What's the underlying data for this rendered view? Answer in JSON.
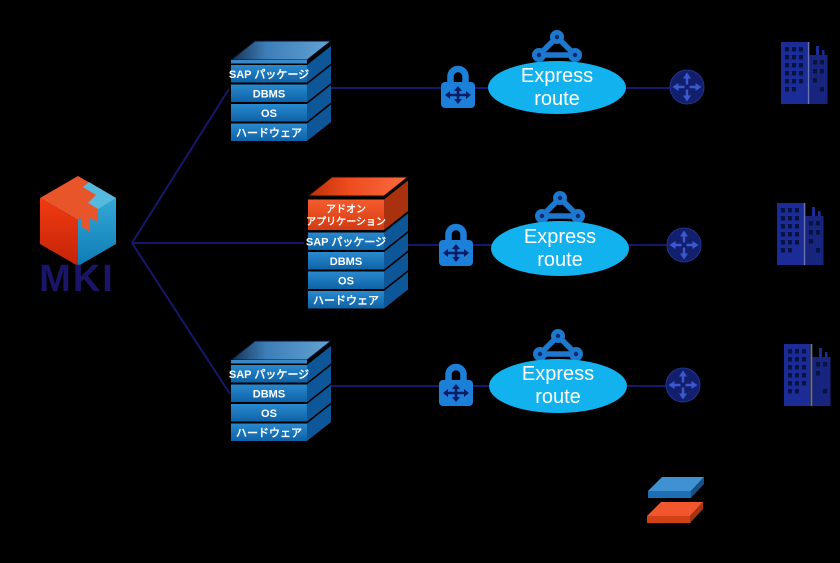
{
  "logo": {
    "text": "MKI"
  },
  "rows": [
    {
      "stack": {
        "layers": [
          "SAP パッケージ",
          "DBMS",
          "OS",
          "ハードウェア"
        ]
      },
      "express": {
        "line1": "Express",
        "line2": "route"
      }
    },
    {
      "stack": {
        "addon_line1": "アドオン",
        "addon_line2": "アプリケーション",
        "layers": [
          "SAP パッケージ",
          "DBMS",
          "OS",
          "ハードウェア"
        ]
      },
      "express": {
        "line1": "Express",
        "line2": "route"
      }
    },
    {
      "stack": {
        "layers": [
          "SAP パッケージ",
          "DBMS",
          "OS",
          "ハードウェア"
        ]
      },
      "express": {
        "line1": "Express",
        "line2": "route"
      }
    }
  ],
  "icons": {
    "lock": "padlock-with-arrows-icon",
    "expressroute": "triangle-nodes-icon",
    "gateway": "circle-arrows-icon",
    "building": "office-building-icon",
    "logo_cube": "mki-cube-logo"
  },
  "legend": {
    "items": [
      {
        "name": "blue-slab",
        "color": "#2E86C8"
      },
      {
        "name": "orange-slab",
        "color": "#E8481E"
      }
    ]
  },
  "colors": {
    "background": "#000000",
    "connector_line": "#17176B",
    "ellipse_fill": "#12B2EF",
    "stack_blue_front": "#1373BB",
    "stack_blue_side": "#0D5698",
    "stack_addon_front": "#E8481E",
    "stack_addon_side": "#A93110",
    "icon_blue": "#1D80D8",
    "gateway_navy": "#121F6D",
    "building_navy": "#1C2C96",
    "logo_text": "#1B156A"
  }
}
